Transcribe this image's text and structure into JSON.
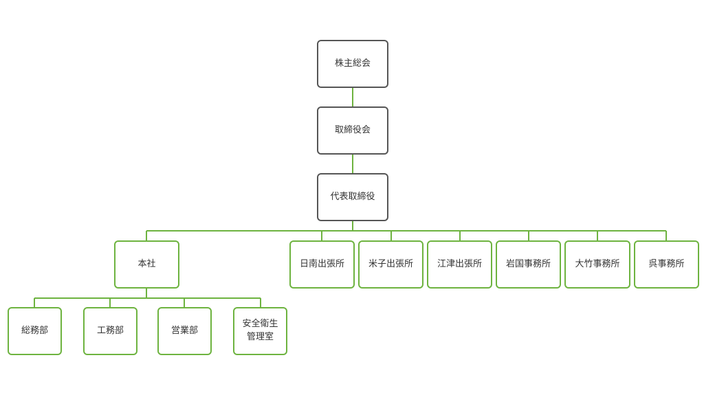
{
  "colors": {
    "line": "#6db33f",
    "exec_border": "#555555",
    "org_border": "#6db33f",
    "text": "#333333"
  },
  "nodes": {
    "shareholders_meeting": "株主総会",
    "board_of_directors": "取締役会",
    "representative_director": "代表取締役",
    "head_office": "本社",
    "nichinan": "日南出張所",
    "yonago": "米子出張所",
    "gotsu": "江津出張所",
    "iwakuni": "岩国事務所",
    "otake": "大竹事務所",
    "kure": "呉事務所",
    "general_affairs": "総務部",
    "construction": "工務部",
    "sales": "営業部",
    "safety": "安全衛生\n管理室"
  }
}
